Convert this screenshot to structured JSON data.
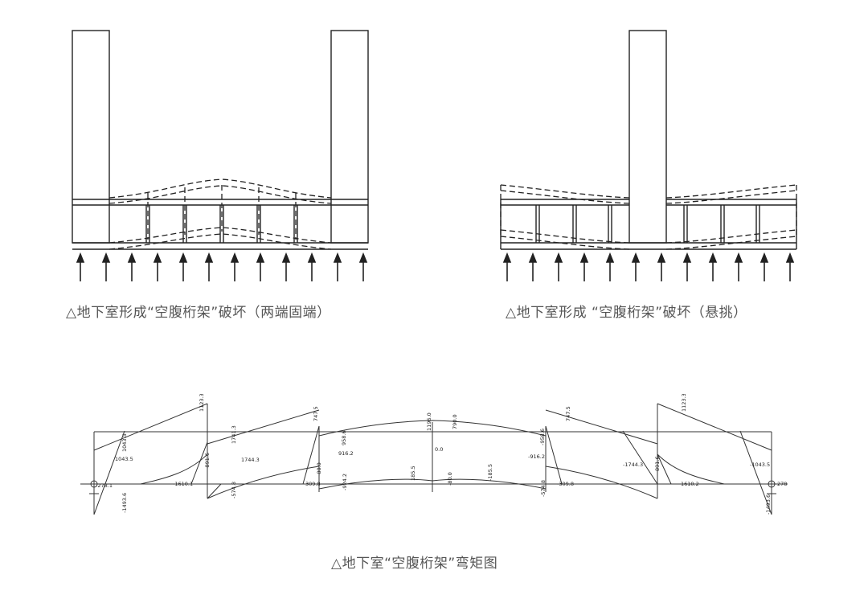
{
  "captions": {
    "fig1": "△地下室形成“空腹桁架”破坏（两端固端）",
    "fig2": "△地下室形成 “空腹桁架”破坏（悬挑）",
    "fig3": "△地下室“空腹桁架”弯矩图"
  },
  "moment_labels": {
    "m1": "1123.3",
    "m2": "1043.5",
    "m3": "1043.5",
    "m4": "-1493.6",
    "m5": "-278.1",
    "m6": "-1610.1",
    "m7": "1741.3",
    "m8": "1744.3",
    "m9": "-891.6",
    "m10": "-574.8",
    "m11": "747.5",
    "m12": "958.6",
    "m13": "916.2",
    "m14": "309.8",
    "m15": "-924.2",
    "m16": "-80.0",
    "m17": "1196.0",
    "m18": "790.0",
    "m19": "0.0",
    "m20": "185.5",
    "m21": "-185.5",
    "m22": "-80.0",
    "m23": "-958.6",
    "m24": "-916.2",
    "m25": "-309.8",
    "m26": "-574.8",
    "m27": "747.5",
    "m28": "-1744.3",
    "m29": "891.6",
    "m30": "1610.2",
    "m31": "1123.3",
    "m32": "-1043.5",
    "m33": "-1493.6",
    "m34": "278"
  },
  "colors": {
    "line": "#222222",
    "caption": "#555555"
  }
}
